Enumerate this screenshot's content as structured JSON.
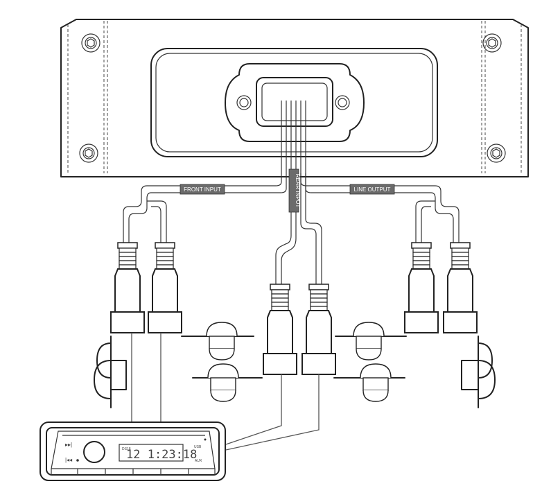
{
  "labels": {
    "front_input": "FRONT INPUT",
    "rear_input": "REAR INPUT",
    "line_output": "LINE OUTPUT"
  },
  "head_unit": {
    "display_time": "12 1:23:18",
    "brand": "DS18",
    "usb": "USB",
    "aux": "AUX",
    "next_track_icon": "next-track-icon",
    "prev_track_icon": "prev-track-icon"
  },
  "colors": {
    "line": "#222222",
    "label_fill": "#6b6b6b",
    "label_text": "#ffffff"
  }
}
